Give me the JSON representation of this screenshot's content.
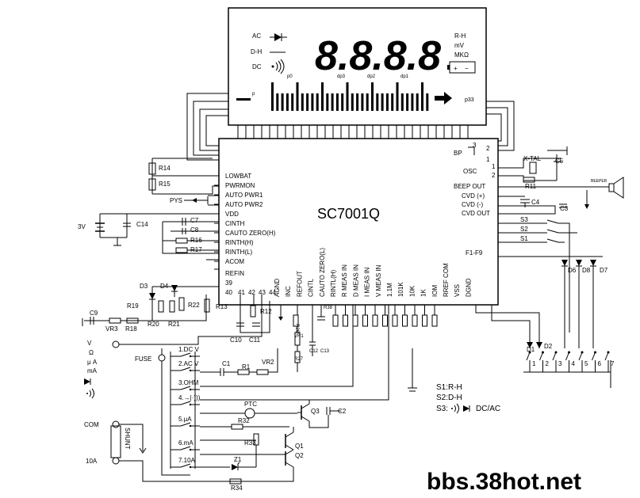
{
  "lcd": {
    "ac": "AC",
    "dh": "D-H",
    "dc": "DC",
    "digits": "8.8.8.8",
    "rh": "R-H",
    "mv": "mV",
    "mkohm": "MKΩ",
    "p0": "p0",
    "dp3": "dp3",
    "dp2": "dp2",
    "dp1": "dp1",
    "p33": "p33",
    "batt_plus": "+",
    "batt_minus": "−"
  },
  "ic": {
    "name": "SC7001Q",
    "left_pins": [
      "LOWBAT",
      "PWRMON",
      "AUTO PWR1",
      "AUTO PWR2",
      "VDD",
      "CINTH",
      "CAUTO ZERO(H)",
      "RINTH(H)",
      "RINTH(L)",
      "ACOM"
    ],
    "refin": "REFIN",
    "pin39": "39",
    "pin40": "40",
    "pin41": "41",
    "pin42": "42",
    "pin43": "43",
    "pin44": "44",
    "bottom_pins": [
      "AGND",
      "INC",
      "REFOUT",
      "CINTL",
      "CAUTO ZERO(L)",
      "RINTL(H)",
      "R MEAS IN",
      "D MEAS IN",
      "I MEAS IN",
      "V MEAS IN",
      "1.1M",
      "101K",
      "10K",
      "1K",
      "IOM",
      "RREF COM",
      "VSS",
      "DGND"
    ],
    "right_pins": [
      "BP",
      "OSC",
      "BEEP OUT",
      "CVD (+)",
      "CVD (-)",
      "CVD OUT",
      "F1-F9"
    ],
    "pin3": "3",
    "pin2": "2",
    "pin1": "1",
    "osc1": "1",
    "osc2": "2"
  },
  "parts": {
    "r14": "R14",
    "r15": "R15",
    "pys": "PYS",
    "v3": "3V",
    "c14": "C14",
    "c7": "C7",
    "c8": "C8",
    "r16": "R16",
    "r17": "R17",
    "d3": "D3",
    "d4": "D4",
    "r19": "R19",
    "r22": "R22",
    "r13": "R13",
    "r12": "R12",
    "c9": "C9",
    "vr3": "VR3",
    "r18": "R18",
    "r20": "R20",
    "r21": "R21",
    "c10": "C10",
    "c11": "C11",
    "r28": "R28",
    "r38": "R38",
    "vr1": "VR1",
    "c12": "C12",
    "c13": "C13",
    "r27": "R27",
    "xtal": "X-TAL",
    "c5": "C5",
    "r11": "R11",
    "beeper": "BEEPER",
    "c4": "C4",
    "c3": "C3",
    "s3": "S3",
    "s2": "S2",
    "s1": "S1",
    "d6": "D6",
    "d8": "D8",
    "d7": "D7",
    "d1": "D1",
    "d2": "D2",
    "sw_nums": [
      "1",
      "2",
      "3",
      "4",
      "5",
      "6",
      "7"
    ]
  },
  "inputs": {
    "v": "V",
    "ohm": "Ω",
    "ua": "μ A",
    "ma": "mA",
    "fuse": "FUSE",
    "com": "COM",
    "a10": "10A",
    "shunt": "SHUNT"
  },
  "range_switch": {
    "items": [
      "1.DC V",
      "2.AC V",
      "3.OHM",
      "4.→|·)))",
      "5.μA",
      "6.mA",
      "7.10A"
    ],
    "c1": "C1",
    "r1": "R1",
    "vr2": "VR2",
    "ptc": "PTC",
    "q3": "Q3",
    "c2": "C2",
    "r32": "R32",
    "r33": "R33",
    "q1": "Q1",
    "q2": "Q2",
    "z1": "Z1",
    "r34": "R34"
  },
  "legend": {
    "s1": "S1:R-H",
    "s2": "S2:D-H",
    "s3": "S3:",
    "s3_val": "DC/AC"
  },
  "watermark": "bbs.38hot.net"
}
